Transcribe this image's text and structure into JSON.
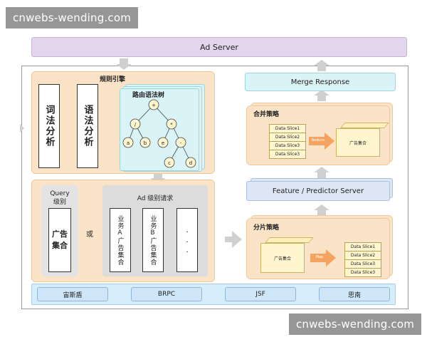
{
  "watermark": "cnwebs-wending.com",
  "ad_server": "Ad Server",
  "rule_engine": {
    "title": "规则引擎",
    "lexical": "词法分析",
    "syntax": "语法分析",
    "tree_title": "路由语法树",
    "tree_nodes": {
      "root": "+",
      "div": "/",
      "mul": "*",
      "a": "a",
      "b": "b",
      "e": "e",
      "minus": "-",
      "c": "c",
      "d": "d"
    }
  },
  "request": {
    "query_level": "Query\n级别",
    "ad_collection": "广告\n集合",
    "or": "或",
    "ad_level_title": "Ad 级别请求",
    "biz_a": "业务A广告集合",
    "biz_b": "业务B广告集合",
    "ellipsis": "..."
  },
  "merge_response": "Merge Response",
  "merge_strategy": {
    "title": "合并策略",
    "slices": [
      "Data Slice1",
      "Data Slice2",
      "Data Slice3",
      "Data Slice3"
    ],
    "arrow": "Reduce",
    "result": "广告集合"
  },
  "feature_server": "Feature / Predictor Server",
  "shard_strategy": {
    "title": "分片策略",
    "source": "广告集合",
    "arrow": "Map",
    "slices": [
      "Data Slice1",
      "Data Slice2",
      "Data Slice3",
      "Data Slice3"
    ]
  },
  "infrastructure": [
    "宙斯盾",
    "BRPC",
    "JSF",
    "思南"
  ],
  "colors": {
    "adserver": "#e3d6ec",
    "orange": "#fbe3c8",
    "cyan": "#d9f3f6",
    "blue": "#dce6f4",
    "arrow_orange": "#f4a460"
  }
}
